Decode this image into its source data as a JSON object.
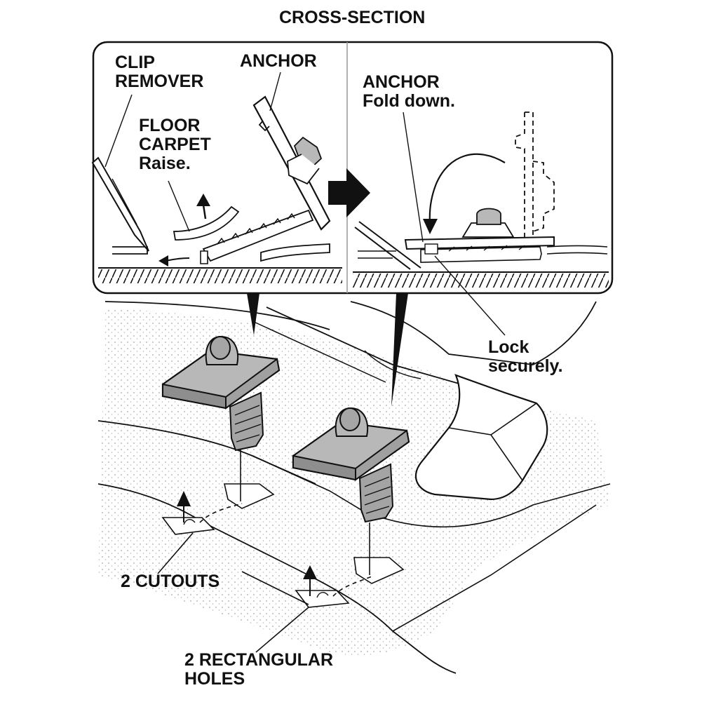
{
  "title": "CROSS-SECTION",
  "labels": {
    "clip_remover": [
      "CLIP",
      "REMOVER"
    ],
    "anchor_left": "ANCHOR",
    "floor_carpet": [
      "FLOOR",
      "CARPET",
      "Raise."
    ],
    "anchor_right": [
      "ANCHOR",
      "Fold down."
    ],
    "lock": [
      "Lock",
      "securely."
    ],
    "cutouts": "2 CUTOUTS",
    "holes": [
      "2 RECTANGULAR",
      "HOLES"
    ]
  },
  "colors": {
    "ink": "#111111",
    "clip_fill": "#b8b8b8",
    "clip_dark": "#8e8e8e",
    "carpet_dots": "#a8a8a8"
  },
  "icons": [
    "arrow-right-icon",
    "curved-arrow-icon",
    "up-arrow-icon"
  ]
}
